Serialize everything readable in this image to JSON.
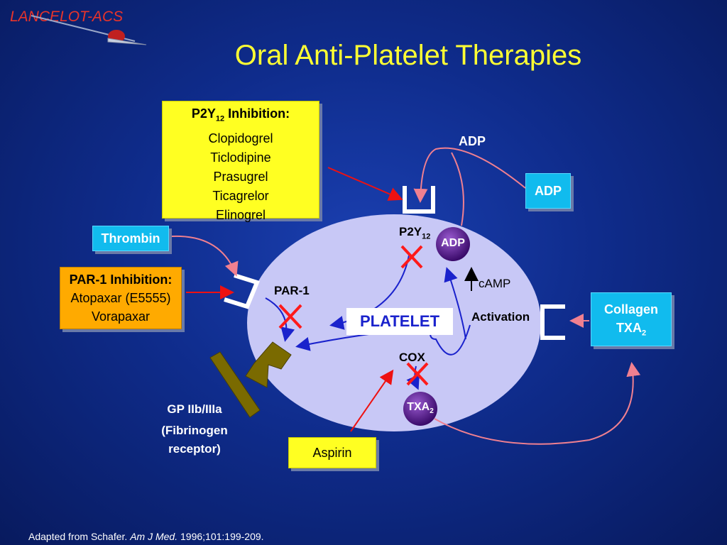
{
  "brand": "LANCELOT-ACS",
  "title": "Oral Anti-Platelet Therapies",
  "p2y12_box": {
    "heading": "P2Y",
    "heading_sub": "12",
    "heading_suffix": " Inhibition:",
    "drugs": [
      "Clopidogrel",
      "Ticlodipine",
      "Prasugrel",
      "Ticagrelor",
      "Elinogrel"
    ]
  },
  "par1_box": {
    "heading": "PAR-1 Inhibition:",
    "drugs": [
      "Atopaxar (E5555)",
      "Vorapaxar"
    ]
  },
  "thrombin_box": "Thrombin",
  "adp_box": "ADP",
  "adp_label_top": "ADP",
  "collagen_box": {
    "line1": "Collagen",
    "line2": "TXA",
    "line2_sub": "2"
  },
  "aspirin_box": "Aspirin",
  "platelet": {
    "label": "PLATELET",
    "p2y12": "P2Y",
    "p2y12_sub": "12",
    "adp_circle": "ADP",
    "camp": "cAMP",
    "par1": "PAR-1",
    "activation": "Activation",
    "cox": "COX",
    "txa2_circle": "TXA",
    "txa2_sub": "2"
  },
  "gp": {
    "line1": "GP IIb/IIIa",
    "line2": "(Fibrinogen",
    "line3": "receptor)"
  },
  "footer": {
    "prefix": "Adapted from Schafer. ",
    "journal": "Am J Med.",
    "suffix": " 1996;101:199-209."
  },
  "colors": {
    "background": "#0f2c8c",
    "title": "#ffff33",
    "inhibitor_x": "#ff1a1a",
    "arrow_blue": "#1a22cc",
    "arrow_pink": "#f08090"
  }
}
